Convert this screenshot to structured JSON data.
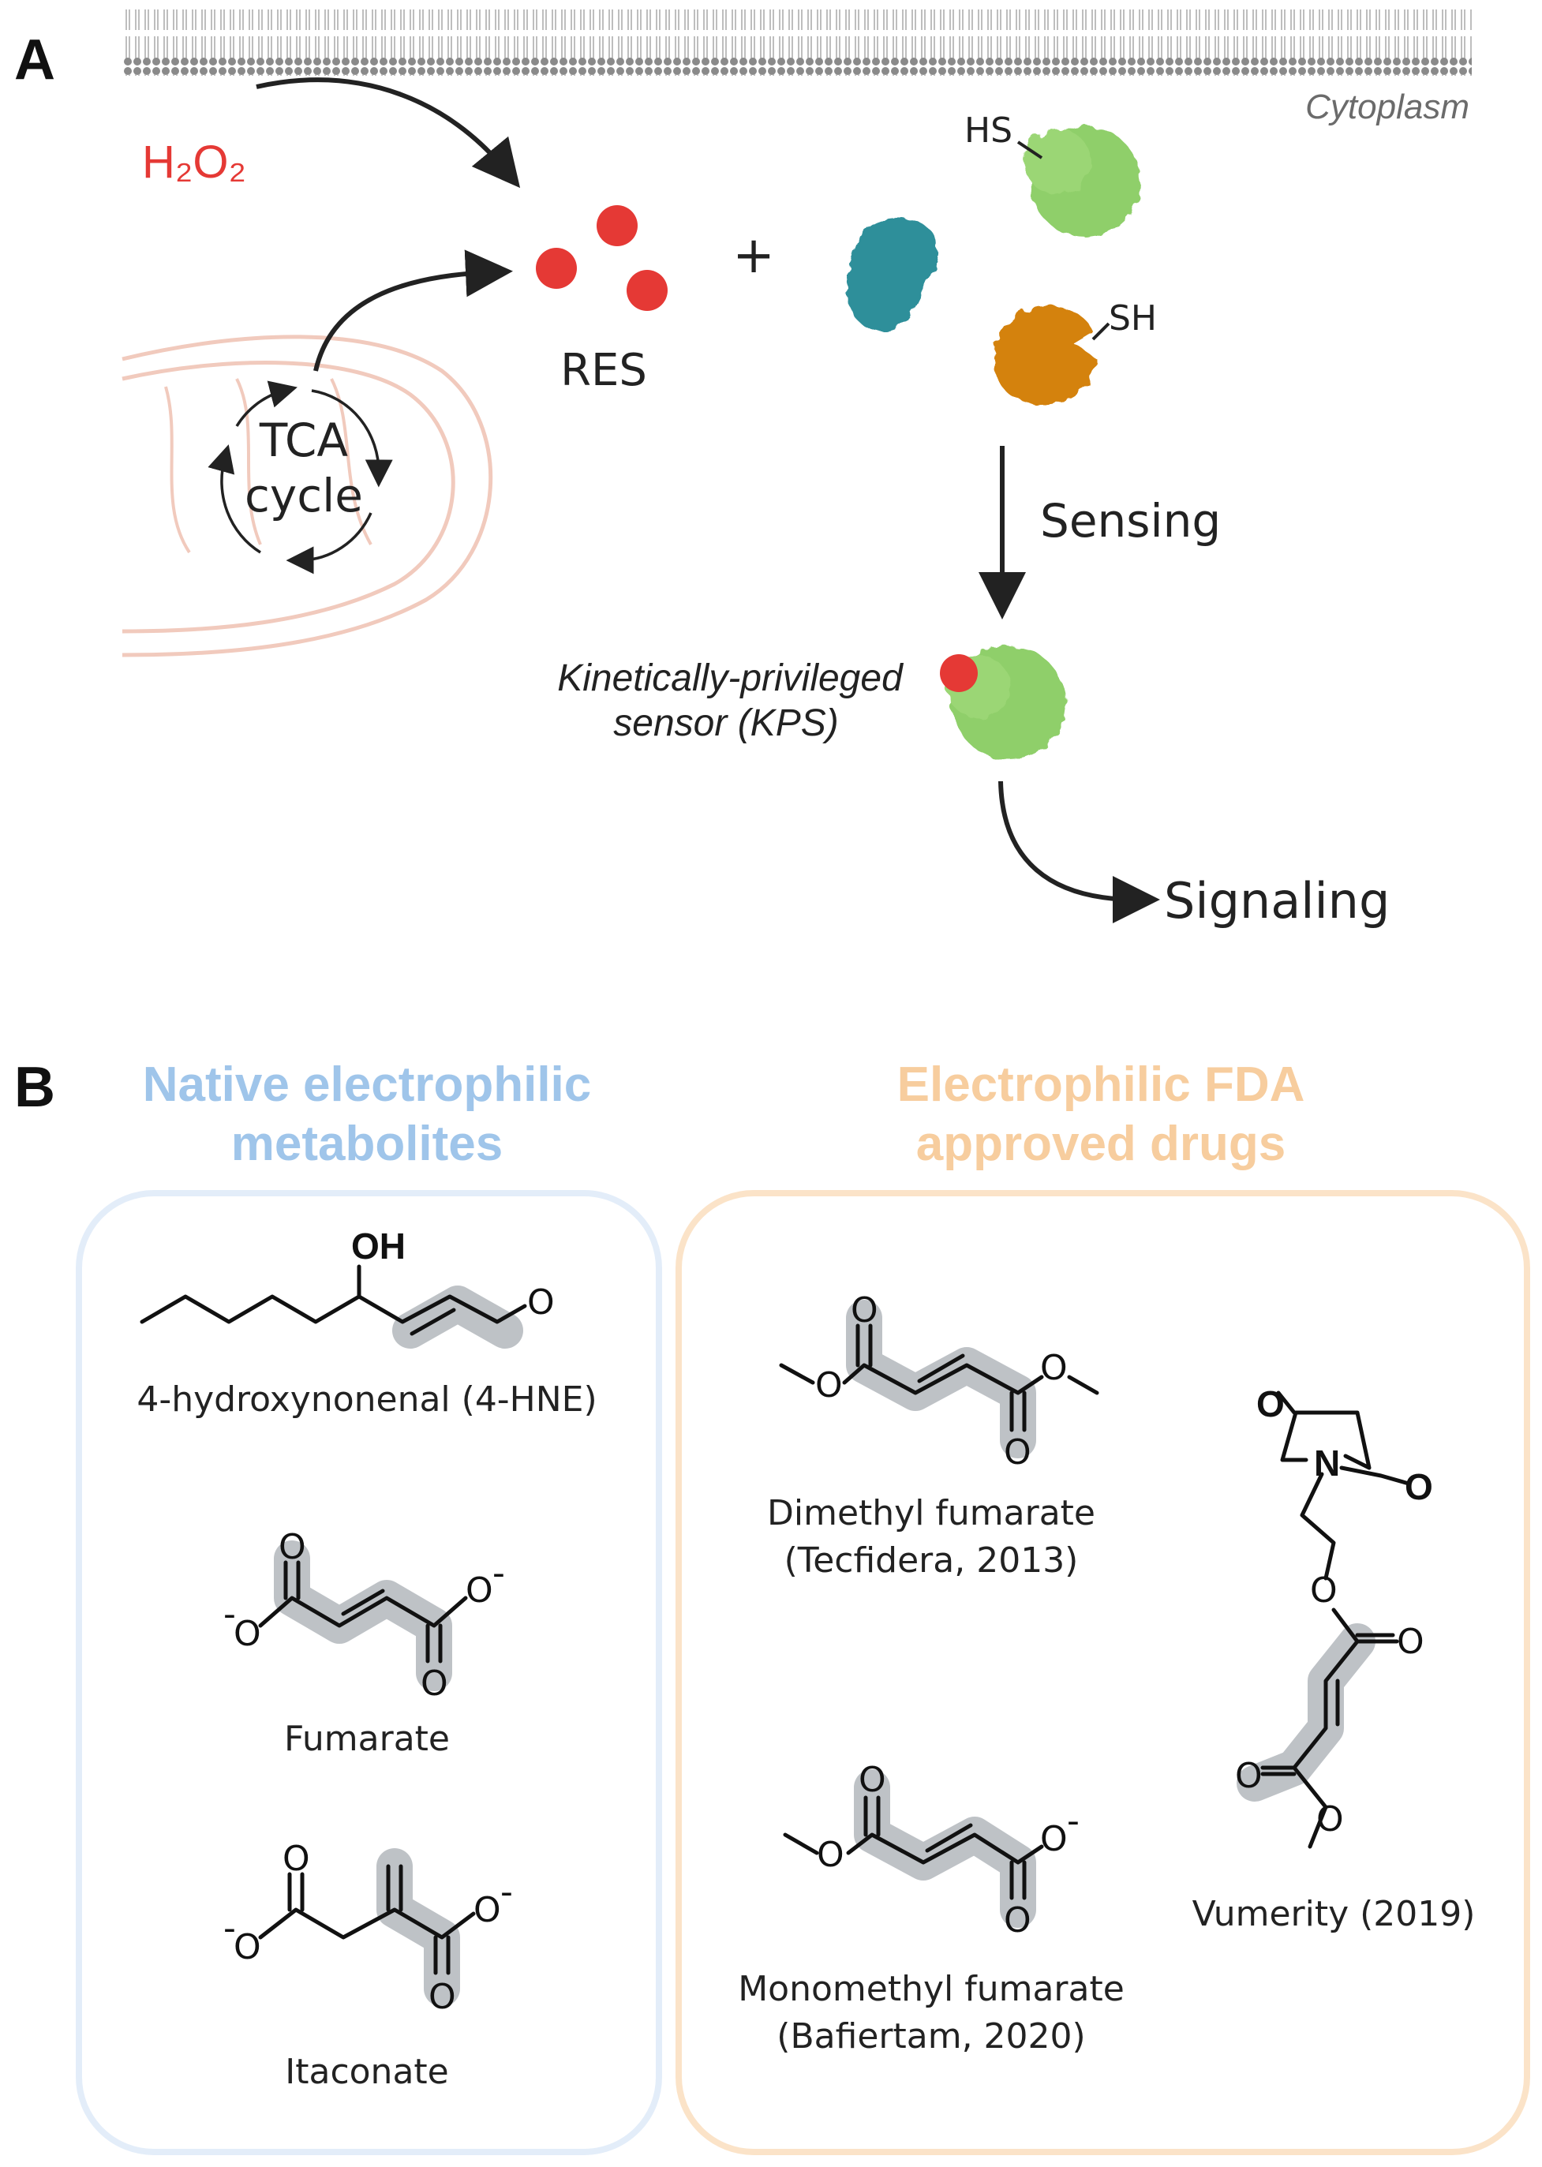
{
  "panel_a": {
    "letter": "A",
    "cytoplasm_label": "Cytoplasm",
    "h2o2_label": "H₂O₂",
    "res_label": "RES",
    "plus": "+",
    "tca_line1": "TCA",
    "tca_line2": "cycle",
    "hs_label": "HS",
    "sh_label": "SH",
    "sensing_label": "Sensing",
    "kps_line1": "Kinetically-privileged",
    "kps_line2": "sensor (KPS)",
    "signaling_label": "Signaling"
  },
  "panel_b": {
    "letter": "B",
    "native_title_line1": "Native electrophilic",
    "native_title_line2": "metabolites",
    "fda_title_line1": "Electrophilic FDA",
    "fda_title_line2": "approved drugs",
    "hne_label": "4-hydroxynonenal (4-HNE)",
    "fumarate_label": "Fumarate",
    "itaconate_label": "Itaconate",
    "dmf_line1": "Dimethyl fumarate",
    "dmf_line2": "(Tecfidera, 2013)",
    "mmf_line1": "Monomethyl fumarate",
    "mmf_line2": "(Bafiertam, 2020)",
    "vumerity_label": "Vumerity (2019)",
    "atoms": {
      "oxygen": "O",
      "nitrogen": "N",
      "hydroxyl": "OH",
      "minus": "-"
    }
  },
  "colors": {
    "red": "#e53935",
    "native_blue": "#9fc5ea",
    "fda_orange": "#f7cd9e",
    "native_box": "#e3edf9",
    "fda_box": "#fbe3c8",
    "mito": "#f3cfc4",
    "teal_protein": "#2f8f9a",
    "green_protein": "#8fcf6a",
    "orange_protein": "#d4820f",
    "highlight_gray": "#b7bbc0"
  }
}
